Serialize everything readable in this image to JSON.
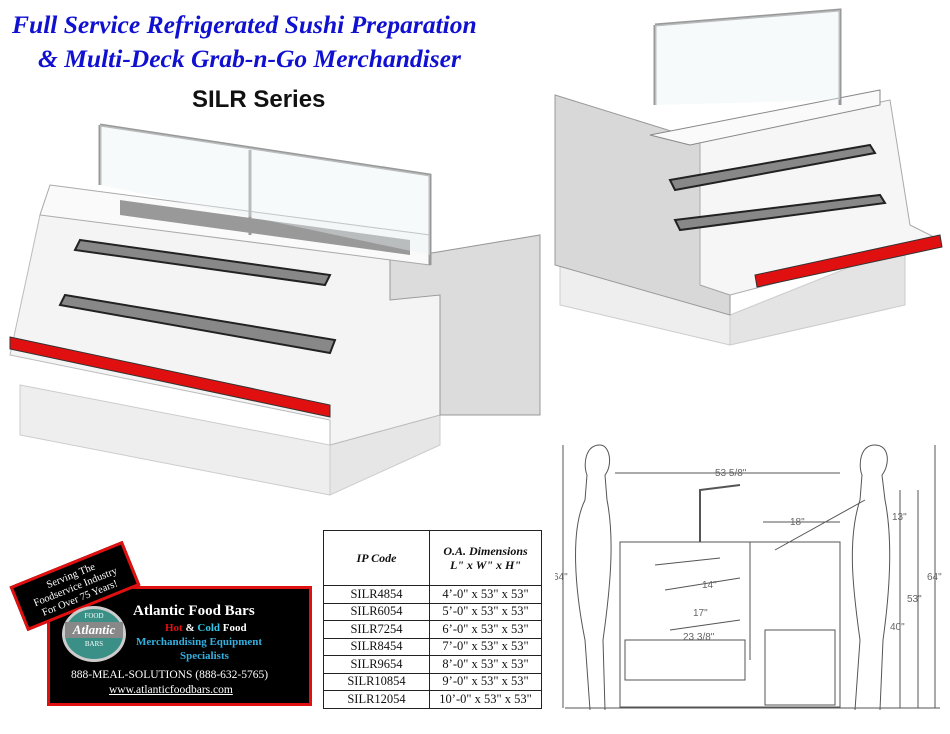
{
  "header": {
    "title_line1": "Full Service Refrigerated Sushi Preparation",
    "title_line2": "& Multi-Deck Grab-n-Go Merchandiser",
    "series": "SILR Series"
  },
  "table": {
    "headers": {
      "code": "IP Code",
      "dims_line1": "O.A. Dimensions",
      "dims_line2": "L\" x W\" x H\""
    },
    "rows": [
      {
        "code": "SILR4854",
        "dims": "4’-0\" x 53\" x 53\""
      },
      {
        "code": "SILR6054",
        "dims": "5’-0\" x 53\" x 53\""
      },
      {
        "code": "SILR7254",
        "dims": "6’-0\" x 53\" x 53\""
      },
      {
        "code": "SILR8454",
        "dims": "7’-0\" x 53\" x 53\""
      },
      {
        "code": "SILR9654",
        "dims": "8’-0\" x 53\" x 53\""
      },
      {
        "code": "SILR10854",
        "dims": "9’-0\" x 53\" x 53\""
      },
      {
        "code": "SILR12054",
        "dims": "10’-0\" x 53\" x 53\""
      }
    ]
  },
  "logo": {
    "banner": [
      "Serving The",
      "Foodservice Industry",
      "For Over 75 Years!"
    ],
    "badge_top": "FOOD",
    "badge_mid": "Atlantic",
    "badge_bottom": "BARS",
    "company": "Atlantic Food Bars",
    "hot": "Hot",
    "amp": "&",
    "cold": "Cold",
    "food": "Food",
    "line2": "Merchandising Equipment",
    "line3": "Specialists",
    "phone": "888-MEAL-SOLUTIONS (888-632-5765)",
    "url": "www.atlanticfoodbars.com"
  },
  "diagram": {
    "overall_width": "53 5/8\"",
    "reach": "18\"",
    "upper": "13\"",
    "height_left": "64\"",
    "height_right": "64\"",
    "case_height": "53\"",
    "counter_height": "40\"",
    "shelf1": "14\"",
    "shelf2": "17\"",
    "shelf3": "23 3/8\""
  },
  "colors": {
    "title": "#1010d0",
    "accent_red": "#e01010",
    "cold_blue": "#33c8e8",
    "logo_teal": "#3a8f86"
  }
}
